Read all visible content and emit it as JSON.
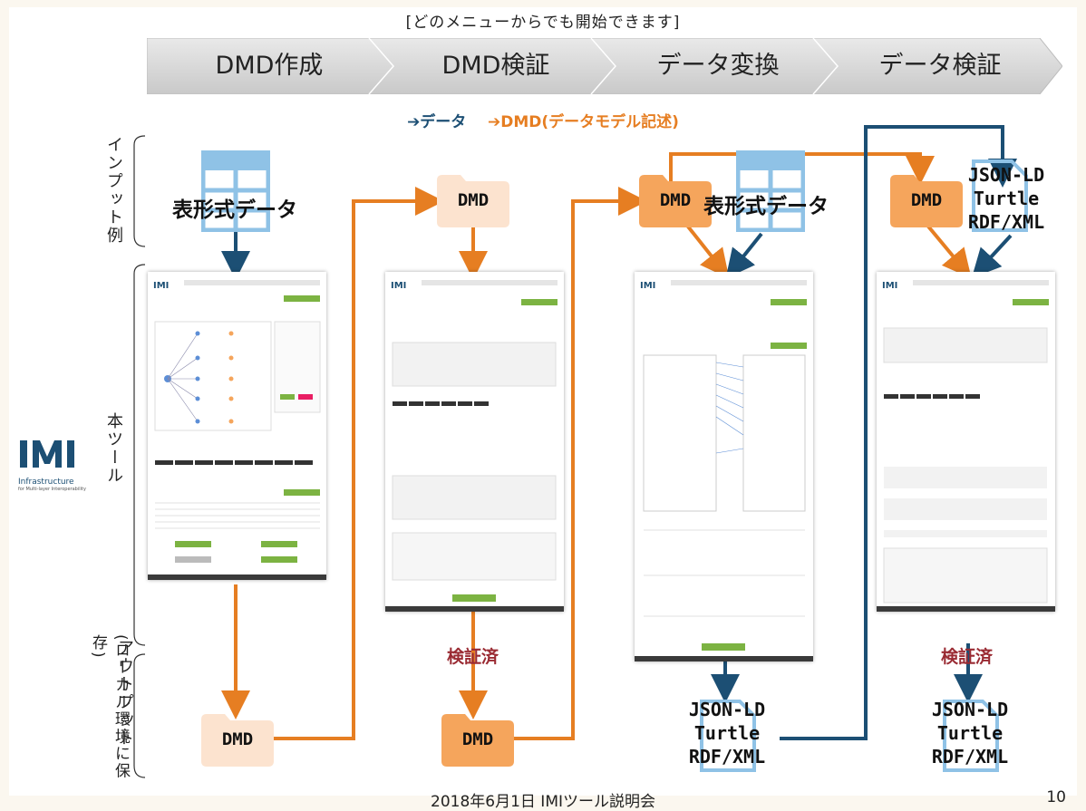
{
  "caption": "[どのメニューからでも開始できます]",
  "steps": [
    "DMD作成",
    "DMD検証",
    "データ変換",
    "データ検証"
  ],
  "legend": {
    "data": "➔データ",
    "dmd": "➔DMD(データモデル記述)"
  },
  "side_labels": {
    "input": "インプット例",
    "tool": "本ツール",
    "output": "アウトプット",
    "output_note": "(ローカル環境に保存)"
  },
  "inputs": {
    "table1": "表形式データ",
    "dmd2": "DMD",
    "dmd3": "DMD",
    "table3": "表形式データ",
    "dmd4": "DMD",
    "rdf4": [
      "JSON-LD",
      "Turtle",
      "RDF/XML"
    ]
  },
  "outputs": {
    "dmd1": "DMD",
    "dmd2": "DMD",
    "verified2": "検証済",
    "rdf3": [
      "JSON-LD",
      "Turtle",
      "RDF/XML"
    ],
    "verified4": "検証済",
    "rdf4": [
      "JSON-LD",
      "Turtle",
      "RDF/XML"
    ]
  },
  "logo": {
    "text": "IMI",
    "line1": "Infrastructure",
    "line2": "for Multi-layer Interoperability"
  },
  "footer": "2018年6月1日  IMIツール説明会",
  "page_number": "10",
  "colors": {
    "dark_blue": "#1c4f74",
    "orange": "#e67e22",
    "light_folder": "#fce3cf",
    "orange_folder": "#f5a55c",
    "table_icon": "#8fc2e6",
    "verified": "#9a2b33"
  }
}
